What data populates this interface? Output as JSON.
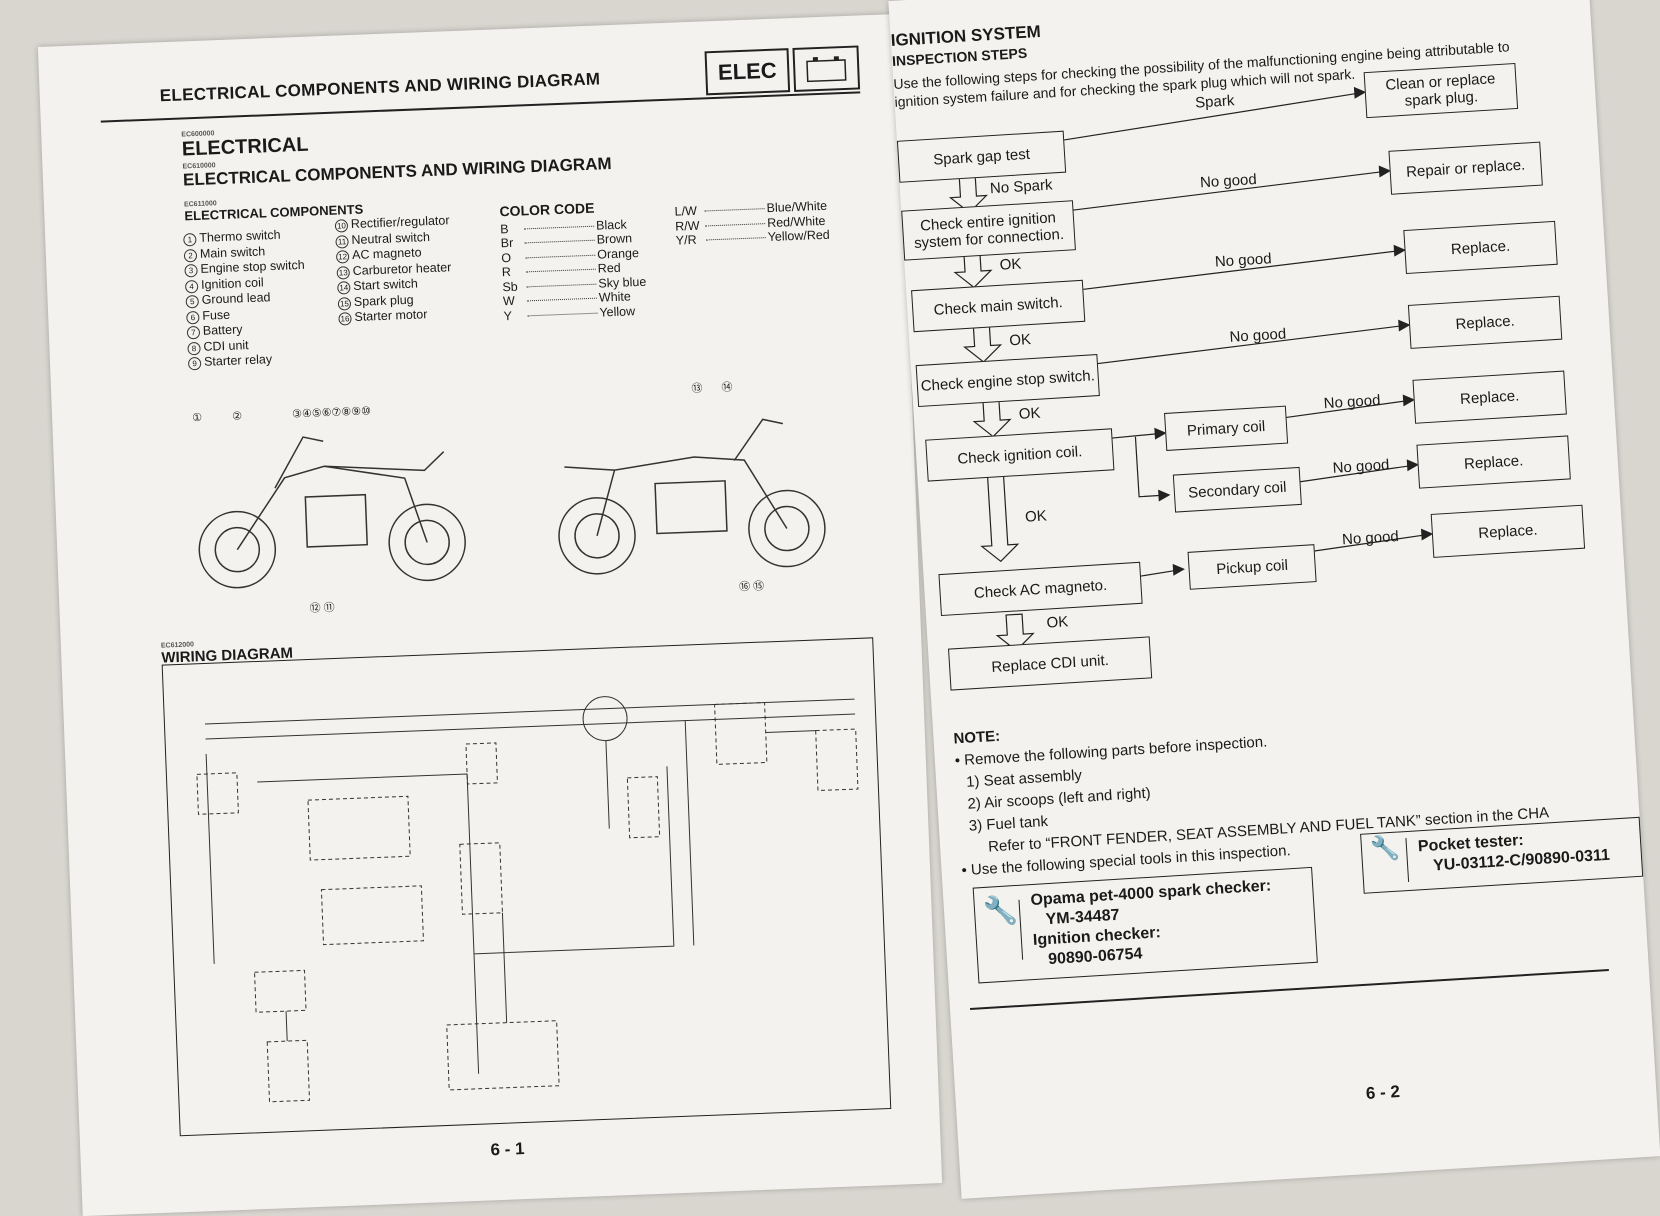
{
  "left": {
    "header_title": "ELECTRICAL COMPONENTS AND WIRING DIAGRAM",
    "header_tag": "ELEC",
    "code1": "EC600000",
    "section_title": "ELECTRICAL",
    "code2": "EC610000",
    "subtitle": "ELECTRICAL COMPONENTS AND WIRING DIAGRAM",
    "code3": "EC611000",
    "components_title": "ELECTRICAL COMPONENTS",
    "components": [
      "Thermo switch",
      "Main switch",
      "Engine stop switch",
      "Ignition coil",
      "Ground lead",
      "Fuse",
      "Battery",
      "CDI unit",
      "Starter relay"
    ],
    "components2": [
      "Rectifier/regulator",
      "Neutral switch",
      "AC magneto",
      "Carburetor heater",
      "Start switch",
      "Spark plug",
      "Starter motor"
    ],
    "color_code_title": "COLOR CODE",
    "colors": [
      [
        "B",
        "Black"
      ],
      [
        "Br",
        "Brown"
      ],
      [
        "O",
        "Orange"
      ],
      [
        "R",
        "Red"
      ],
      [
        "Sb",
        "Sky blue"
      ],
      [
        "W",
        "White"
      ],
      [
        "Y",
        "Yellow"
      ]
    ],
    "colors2": [
      [
        "L/W",
        "Blue/White"
      ],
      [
        "R/W",
        "Red/White"
      ],
      [
        "Y/R",
        "Yellow/Red"
      ]
    ],
    "code4": "EC612000",
    "wiring_title": "WIRING DIAGRAM",
    "page_number": "6 - 1"
  },
  "right": {
    "title": "IGNITION SYSTEM",
    "subtitle": "INSPECTION STEPS",
    "intro": "Use the following steps for checking the possibility of the malfunctioning engine being attributable to ignition system failure and for checking the spark plug which will not spark.",
    "steps": [
      "Spark gap test",
      "Check entire ignition system for connection.",
      "Check main switch.",
      "Check engine stop switch.",
      "Check ignition coil.",
      "Check AC magneto.",
      "Replace CDI unit."
    ],
    "sub": [
      "Primary coil",
      "Secondary coil",
      "Pickup coil"
    ],
    "results": [
      "Clean or replace spark plug.",
      "Repair or replace.",
      "Replace.",
      "Replace.",
      "Replace.",
      "Replace.",
      "Replace."
    ],
    "labels": {
      "spark": "Spark",
      "no_spark": "No Spark",
      "no_good": "No good",
      "ok": "OK"
    },
    "note_title": "NOTE:",
    "note_lines": [
      "Remove the following parts before inspection.",
      "1) Seat assembly",
      "2) Air scoops (left and right)",
      "3) Fuel tank",
      "Refer to “FRONT FENDER, SEAT ASSEMBLY AND FUEL TANK” section in the CHA",
      "Use the following special tools in this inspection."
    ],
    "tool1": [
      "Opama pet-4000 spark checker:",
      "YM-34487",
      "Ignition checker:",
      "90890-06754"
    ],
    "tool2": [
      "Pocket tester:",
      "YU-03112-C/90890-0311"
    ],
    "page_number": "6 - 2"
  }
}
